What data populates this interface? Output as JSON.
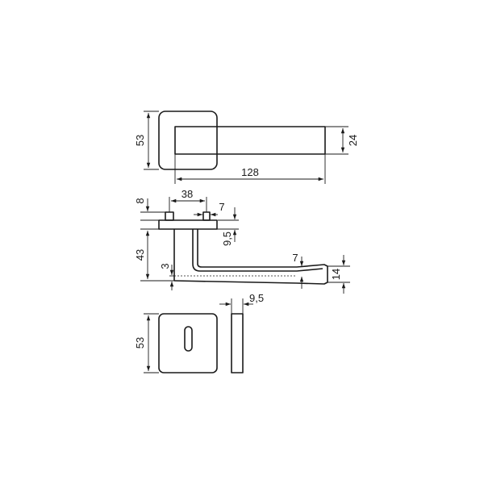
{
  "drawing": {
    "line_color": "#1a1a1a",
    "background": "#ffffff",
    "dimensions": {
      "rose_height_top": "53",
      "lever_height": "24",
      "lever_length": "128",
      "rose_projection": "8",
      "spindle_center_distance": "38",
      "spindle_width": "7",
      "lever_offset": "9,5",
      "handle_height": "43",
      "lever_end_gap": "3",
      "tip_thickness": "7",
      "tip_height": "14",
      "escutcheon_thickness": "9,5",
      "escutcheon_height": "53"
    }
  }
}
